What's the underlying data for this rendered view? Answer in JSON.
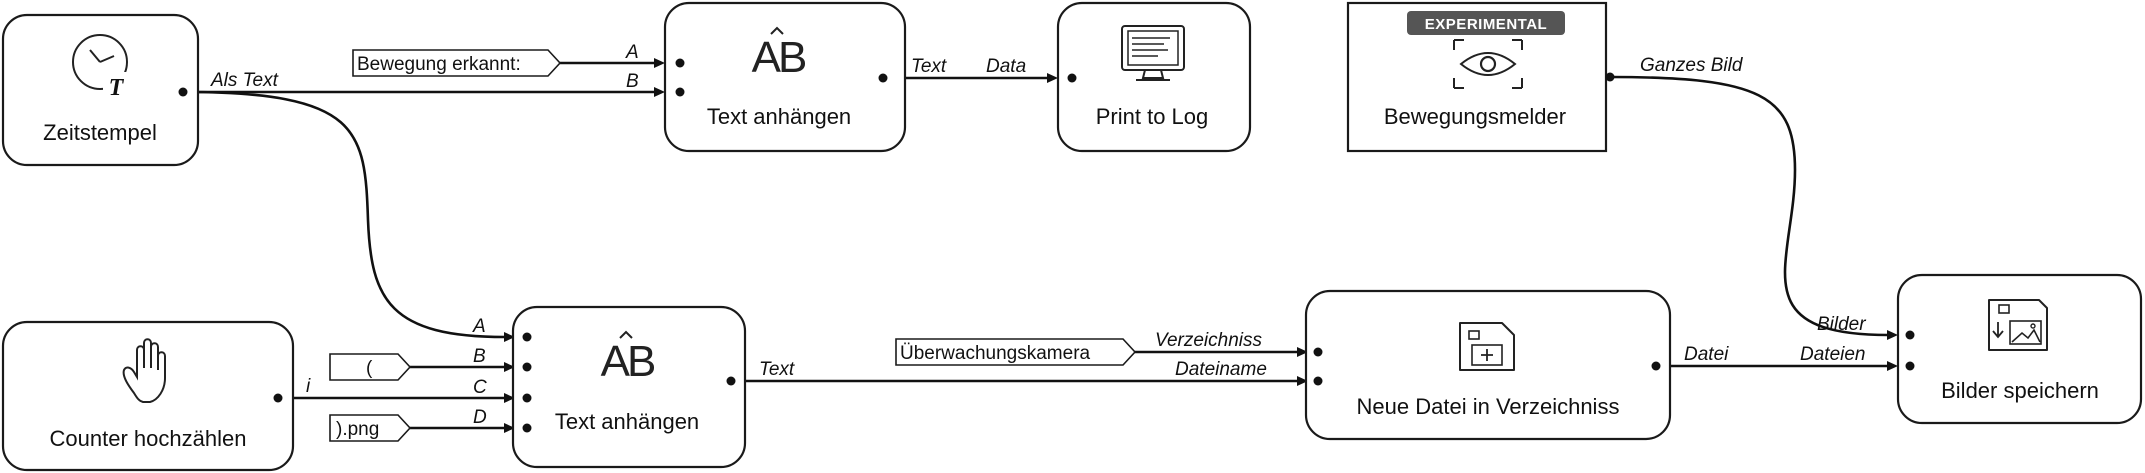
{
  "nodes": {
    "zeitstempel": {
      "label": "Zeitstempel",
      "out_label": "Als Text"
    },
    "text_anhaengen_1": {
      "label": "Text anhängen",
      "in_a": "A",
      "in_b": "B",
      "out_label": "Text"
    },
    "print_to_log": {
      "label": "Print to Log",
      "in_label": "Data"
    },
    "bewegungsmelder": {
      "label": "Bewegungsmelder",
      "badge": "EXPERIMENTAL",
      "out_label": "Ganzes Bild"
    },
    "counter": {
      "label": "Counter hochzählen",
      "out_label": "i"
    },
    "text_anhaengen_2": {
      "label": "Text anhängen",
      "in_a": "A",
      "in_b": "B",
      "in_c": "C",
      "in_d": "D",
      "out_label": "Text"
    },
    "neue_datei": {
      "label": "Neue Datei in Verzeichniss",
      "in_dir": "Verzeichniss",
      "in_name": "Dateiname",
      "out_label": "Datei"
    },
    "bilder_speichern": {
      "label": "Bilder speichern",
      "in_bilder": "Bilder",
      "in_dateien": "Dateien"
    }
  },
  "constants": {
    "bewegung": "Bewegung erkannt:",
    "paren_open": "(",
    "png": ").png",
    "kamera": "Überwachungskamera"
  },
  "colors": {
    "badge": "#555555",
    "stroke": "#1a1a1a"
  }
}
